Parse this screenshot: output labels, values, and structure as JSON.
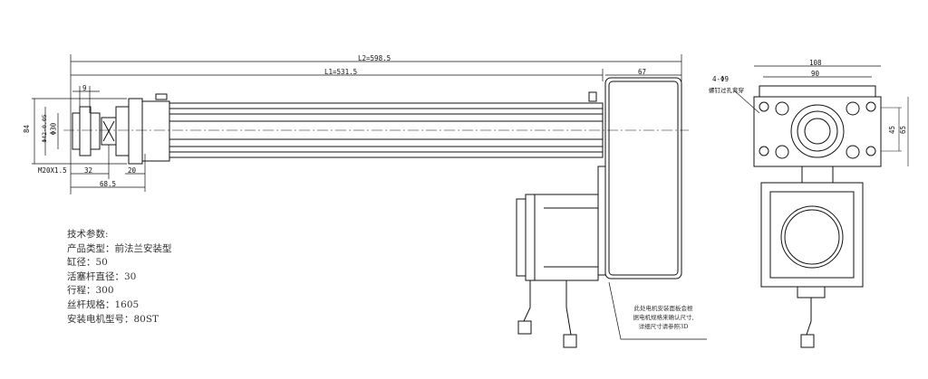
{
  "params": {
    "title": "技术参数:",
    "items": [
      "产品类型：前法兰安装型",
      "缸径：50",
      "活塞杆直径：30",
      "行程：300",
      "丝杆规格：1605",
      "安装电机型号：80ST"
    ]
  },
  "dimensions": {
    "l2": "L2=598.5",
    "l1": "L1=531.5",
    "d67": "67",
    "d9": "9",
    "d84": "84",
    "d42": "Φ42-0.05",
    "d30": "Φ30",
    "thread": "M20X1.5",
    "d32": "32",
    "d20": "20",
    "d68": "68.5",
    "d108": "108",
    "d90": "90",
    "d45": "45",
    "d65": "65"
  },
  "callout": {
    "holes": "4-Φ9",
    "holes_note": "螺钉过孔背穿"
  },
  "note": {
    "lines": [
      "此处电机安装面板会根",
      "据电机规格来确认尺寸,",
      "详细尺寸请参照3D"
    ]
  }
}
